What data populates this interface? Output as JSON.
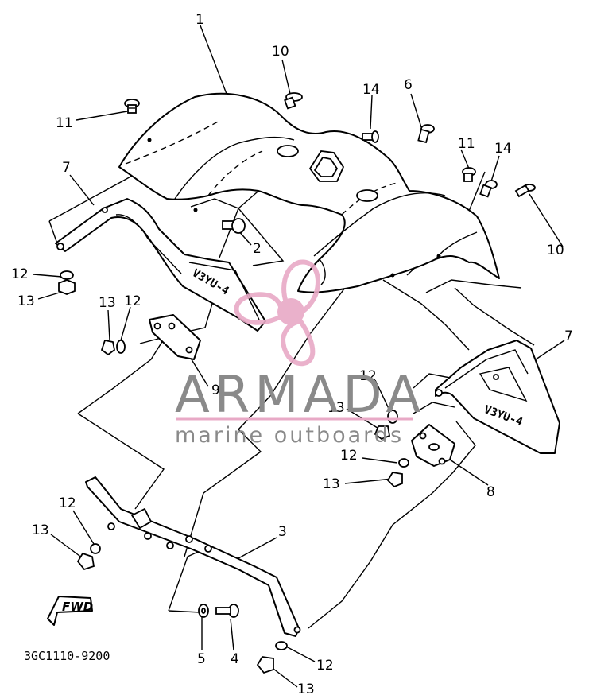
{
  "diagram": {
    "code": "3GC1110-9200",
    "fwd_label": "FWD",
    "decal_text": "V3YU-4"
  },
  "callouts": [
    "1",
    "2",
    "3",
    "4",
    "5",
    "6",
    "7",
    "7",
    "8",
    "9",
    "10",
    "10",
    "11",
    "11",
    "12",
    "12",
    "12",
    "12",
    "12",
    "12",
    "13",
    "13",
    "13",
    "13",
    "13",
    "13",
    "14",
    "14"
  ],
  "watermark": {
    "brand": "ARMADA",
    "tagline": "marine outboards",
    "color": "#e8a9c6"
  }
}
